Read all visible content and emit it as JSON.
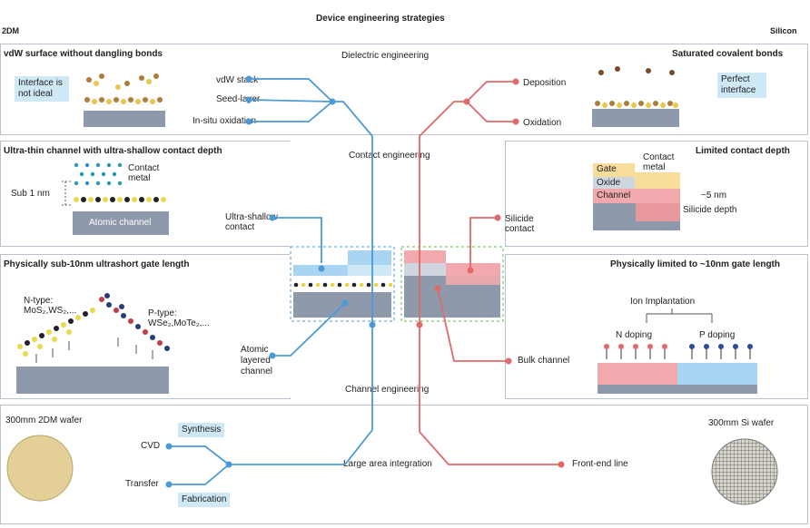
{
  "header": {
    "title": "Device engineering strategies",
    "left": "2DM",
    "right": "Silicon"
  },
  "row1": {
    "left_title": "vdW surface without dangling bonds",
    "right_title": "Saturated covalent bonds",
    "center": "Dielectric engineering",
    "left_note": [
      "Interface is",
      "not ideal"
    ],
    "right_note": [
      "Perfect",
      "interface"
    ],
    "left_items": [
      "vdW stack",
      "Seed-layer",
      "In-situ oxidation"
    ],
    "right_items": [
      "Deposition",
      "Oxidation"
    ]
  },
  "row2": {
    "left_title": "Ultra-thin channel with ultra-shallow contact depth",
    "right_title": "Limited contact depth",
    "center": "Contact engineering",
    "sub1nm": "Sub 1 nm",
    "contact_metal": [
      "Contact",
      "metal"
    ],
    "atomic_channel": "Atomic channel",
    "ultra_shallow": [
      "Ultra-shallow",
      "contact"
    ],
    "silicide_contact": [
      "Silicide",
      "contact"
    ],
    "right_labels": {
      "gate": "Gate",
      "oxide": "Oxide",
      "channel": "Channel",
      "contact_metal": [
        "Contact",
        "metal"
      ],
      "depth": "~5 nm",
      "silicide_depth": "Silicide depth"
    }
  },
  "row3": {
    "left_title": "Physically sub-10nm ultrashort gate length",
    "right_title": "Physically limited to ~10nm gate length",
    "center": "Channel engineering",
    "ntype": [
      "N-type:",
      "MoS₂,WS₂,..."
    ],
    "ptype": [
      "P-type:",
      "WSe₂,MoTe₂,..."
    ],
    "atomic_layered": [
      "Atomic",
      "layered",
      "channel"
    ],
    "bulk_channel": "Bulk channel",
    "ion_implantation": "Ion Implantation",
    "n_doping": "N doping",
    "p_doping": "P doping"
  },
  "row4": {
    "left_wafer": "300mm 2DM wafer",
    "right_wafer": "300mm Si wafer",
    "center": "Large area integration",
    "synthesis": "Synthesis",
    "fabrication": "Fabrication",
    "cvd": "CVD",
    "transfer": "Transfer",
    "front_end": "Front-end line"
  },
  "colors": {
    "blue": "#4b9ad6",
    "red": "#e06a6a",
    "lightblue": "#cfe8f6",
    "gray": "#8e9aab",
    "pink": "#f2a9ad"
  }
}
